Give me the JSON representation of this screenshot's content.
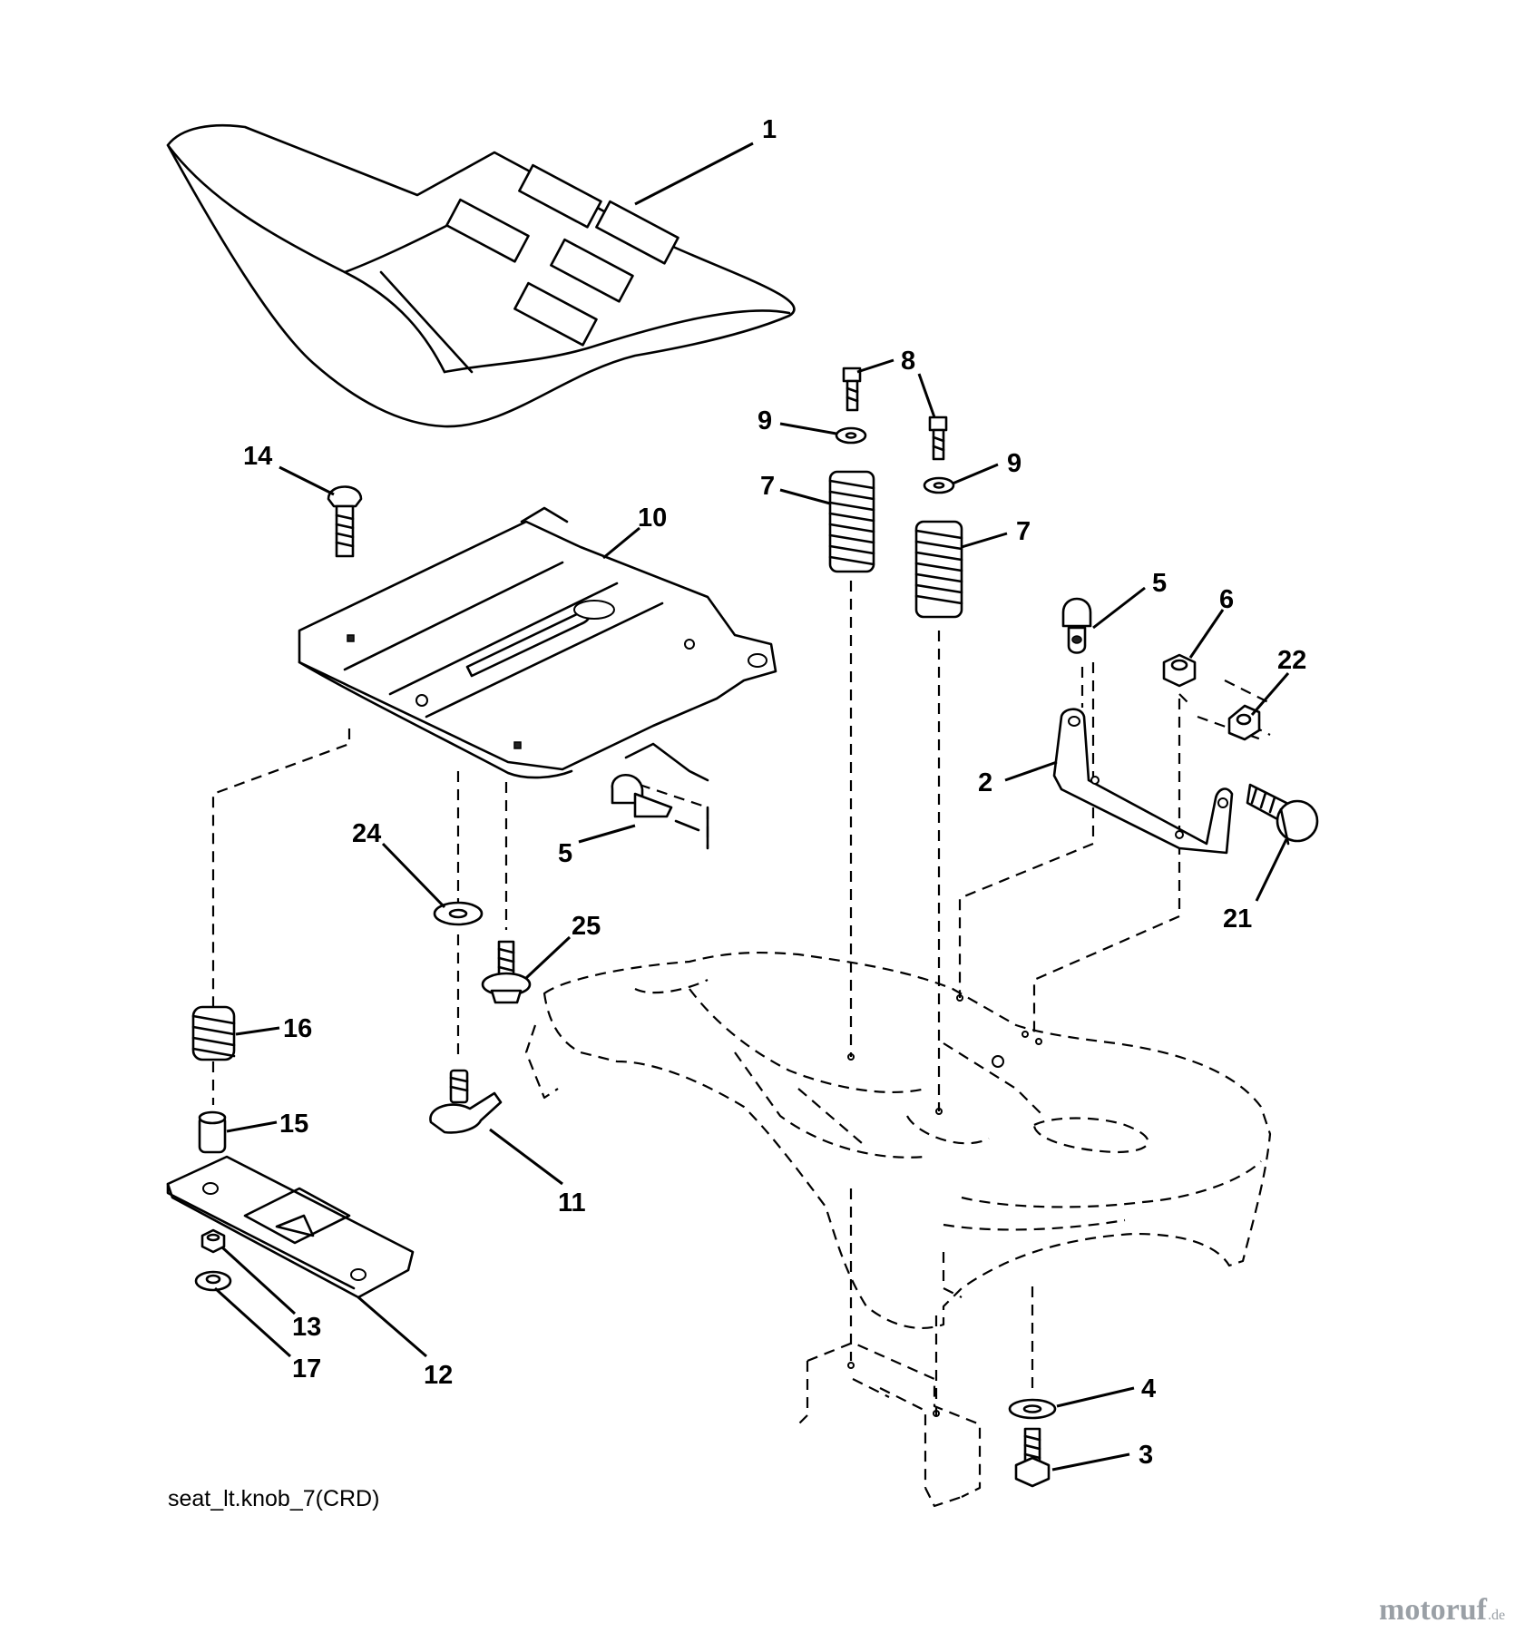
{
  "callouts": {
    "c1": "1",
    "c2": "2",
    "c3": "3",
    "c4": "4",
    "c5a": "5",
    "c5b": "5",
    "c6": "6",
    "c7a": "7",
    "c7b": "7",
    "c8": "8",
    "c9a": "9",
    "c9b": "9",
    "c10": "10",
    "c11": "11",
    "c12": "12",
    "c13": "13",
    "c14": "14",
    "c15": "15",
    "c16": "16",
    "c17": "17",
    "c21": "21",
    "c22": "22",
    "c24": "24",
    "c25": "25"
  },
  "caption": "seat_lt.knob_7(CRD)",
  "watermark": {
    "main": "motoruf",
    "suffix": ".de"
  }
}
